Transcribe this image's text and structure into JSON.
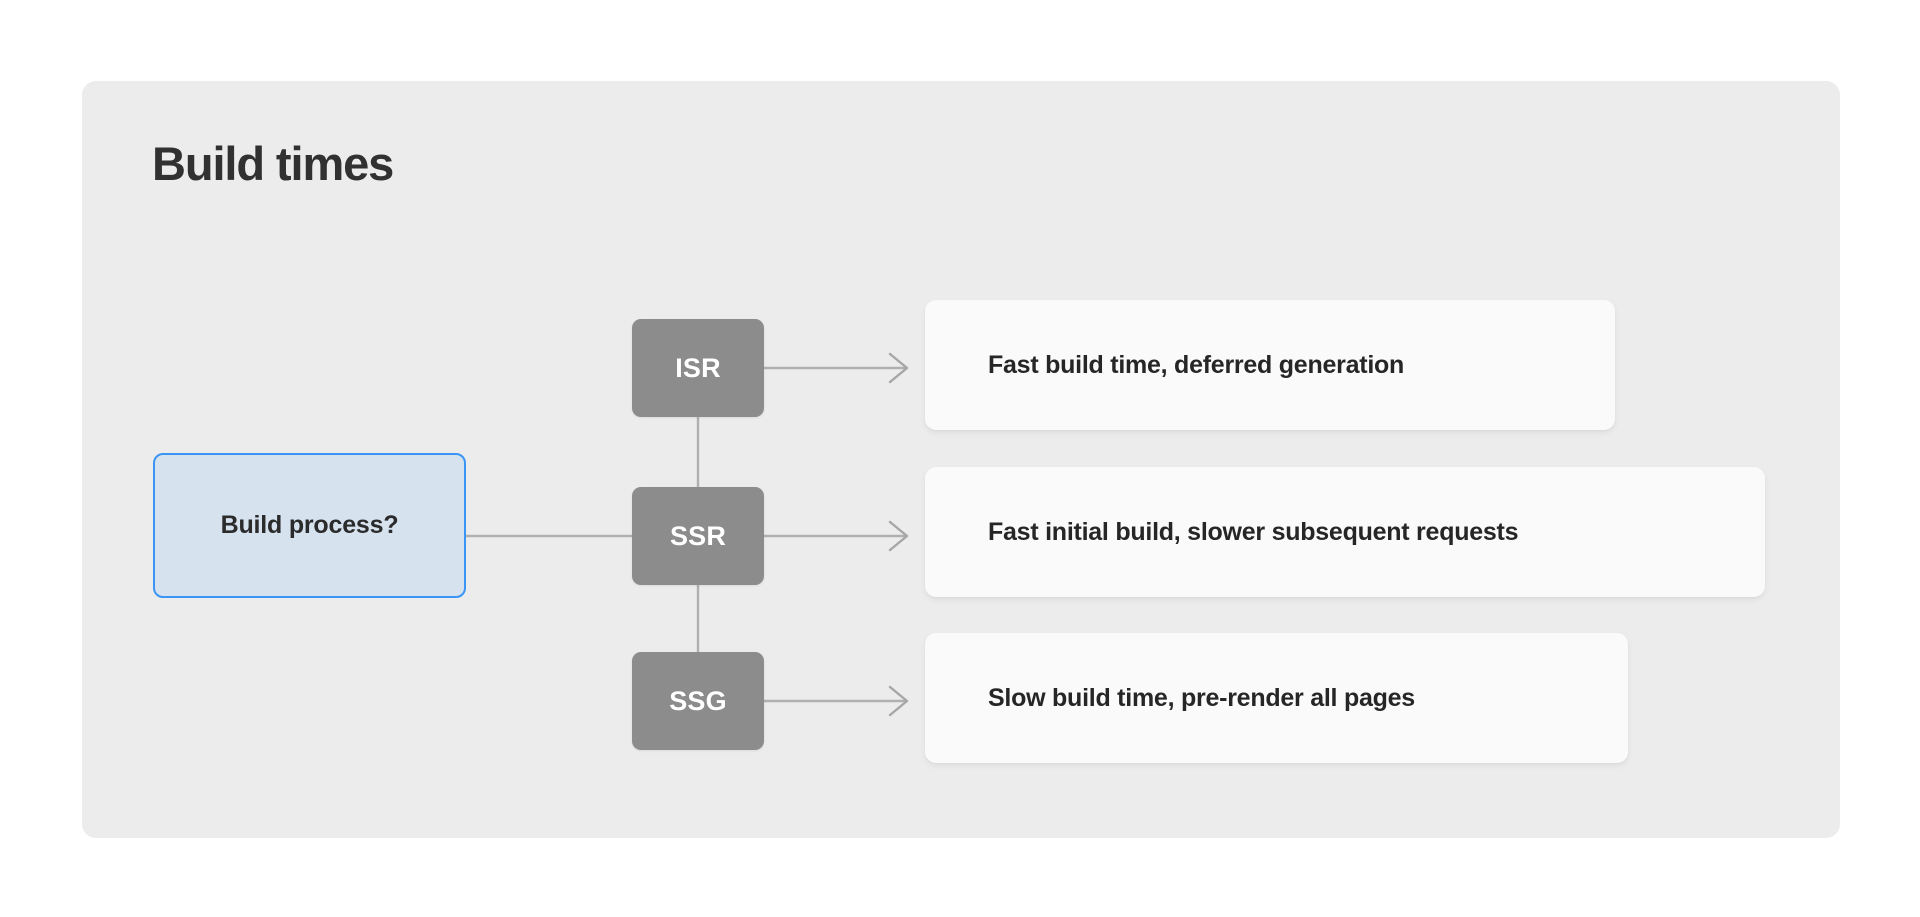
{
  "panel": {
    "title": "Build times",
    "background_color": "#ececec"
  },
  "diagram": {
    "type": "flowchart",
    "root": {
      "label": "Build process?",
      "fill_color": "#d7e2ef",
      "border_color": "#3b95f5",
      "text_color": "#2b2b2b"
    },
    "branches": [
      {
        "node": "ISR",
        "node_fill": "#8c8c8c",
        "node_text_color": "#ffffff",
        "outcome": "Fast build time, deferred generation",
        "card_fill": "#fafafa"
      },
      {
        "node": "SSR",
        "node_fill": "#8c8c8c",
        "node_text_color": "#ffffff",
        "outcome": "Fast initial build, slower subsequent requests",
        "card_fill": "#fafafa"
      },
      {
        "node": "SSG",
        "node_fill": "#8c8c8c",
        "node_text_color": "#ffffff",
        "outcome": "Slow build time, pre-render all pages",
        "card_fill": "#fafafa"
      }
    ],
    "connector_color": "#b0b0b0"
  }
}
